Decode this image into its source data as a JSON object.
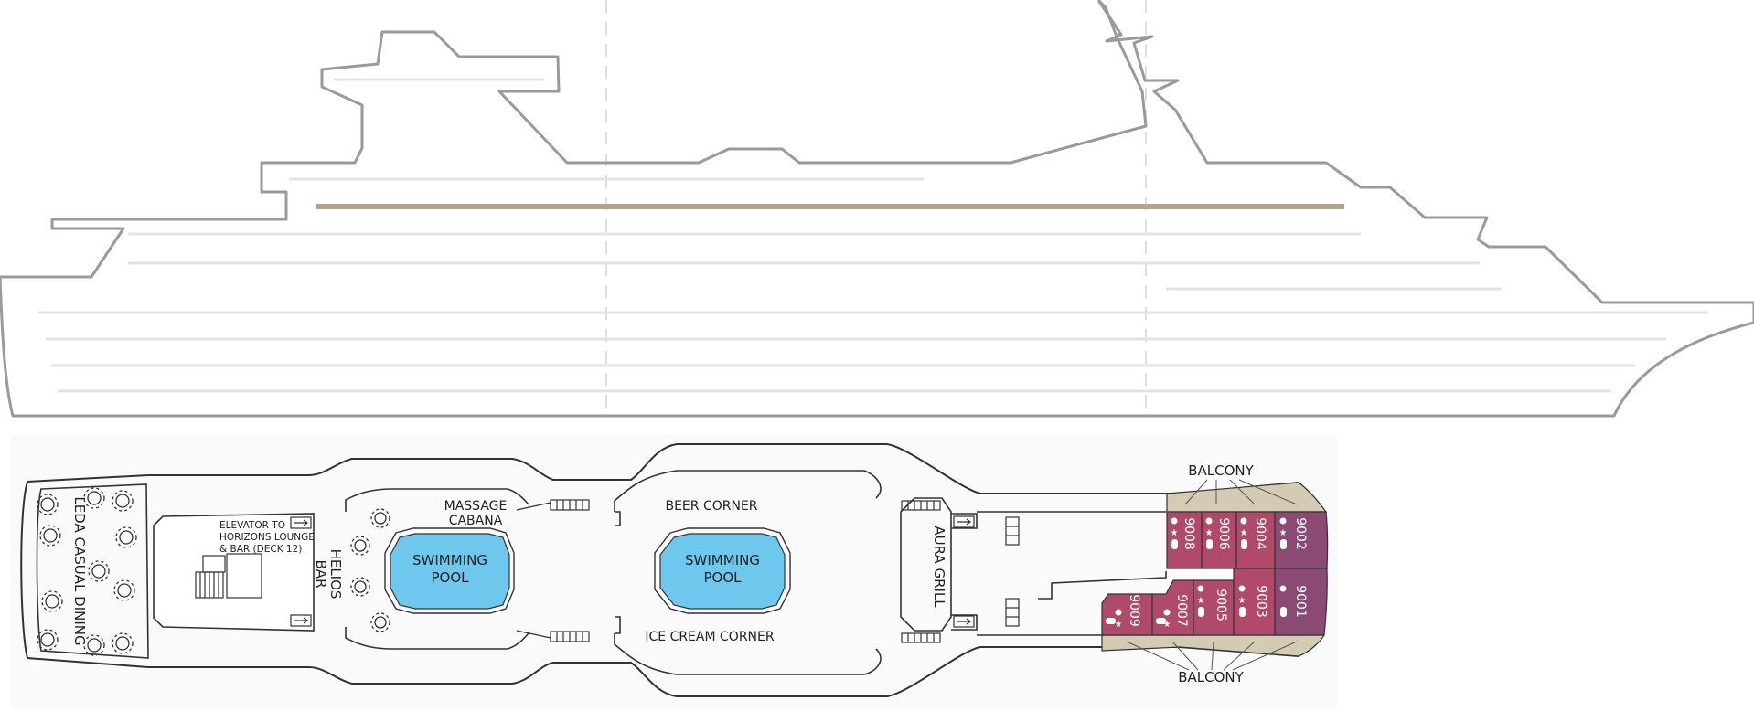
{
  "deck_plan": {
    "colors": {
      "profile_outline": "#9a9a9a",
      "profile_lines": "#e3e3e3",
      "promenade_line": "#b3a38a",
      "deck_outline": "#333333",
      "pool_fill": "#6ec8ee",
      "balcony_fill": "#d4cbb5",
      "cabin_fill": "#b04a6a",
      "suite_fill": "#8a4a74"
    },
    "labels": {
      "dining": "LEDA CASUAL DINING",
      "elevator_line1": "ELEVATOR TO",
      "elevator_line2": "HORIZONS LOUNGE",
      "elevator_line3": "& BAR (DECK 12)",
      "helios_line1": "HELIOS",
      "helios_line2": "BAR",
      "massage_line1": "MASSAGE",
      "massage_line2": "CABANA",
      "pool1_line1": "SWIMMING",
      "pool1_line2": "POOL",
      "beer": "BEER CORNER",
      "icecream": "ICE CREAM CORNER",
      "pool2_line1": "SWIMMING",
      "pool2_line2": "POOL",
      "aura": "AURA GRILL",
      "balcony_top": "BALCONY",
      "balcony_bottom": "BALCONY"
    },
    "cabins_upper": [
      "9008",
      "9006",
      "9004",
      "9002"
    ],
    "cabins_lower": [
      "9009",
      "9007",
      "9005",
      "9003",
      "9001"
    ]
  }
}
